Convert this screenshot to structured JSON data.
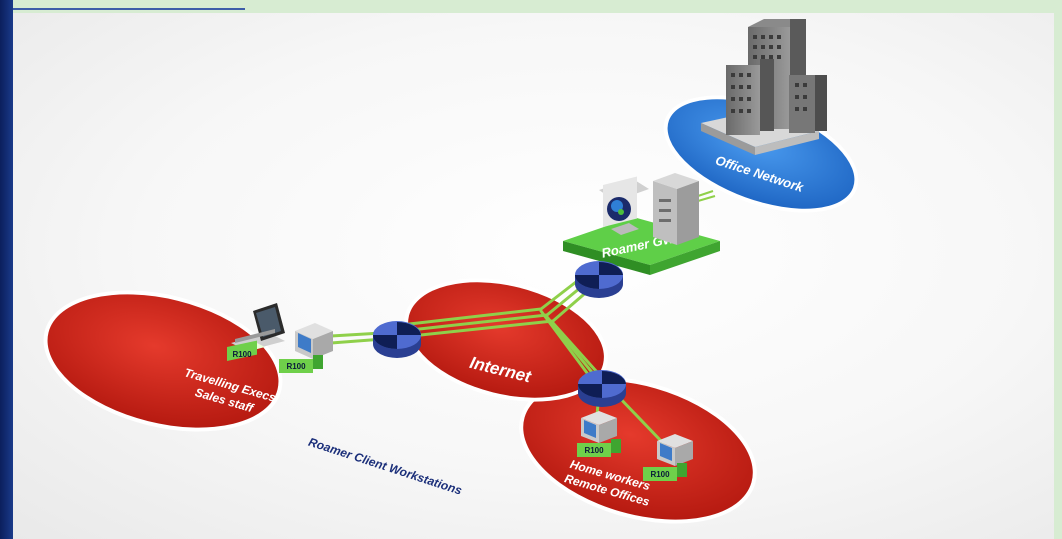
{
  "diagram": {
    "office_network_label": "Office Network",
    "gateway_label": "Roamer GW",
    "internet_label": "Internet",
    "travelling_line1": "Travelling Execs",
    "travelling_line2": "Sales staff",
    "home_line1": "Home workers",
    "home_line2": "Remote Offices",
    "client_workstations_label": "Roamer Client Workstations",
    "device_badge": "R100"
  },
  "colors": {
    "office_disc": "#2f7fd6",
    "client_discs": "#d1261d",
    "gateway_platform": "#4cbf3c",
    "router": "#3e58b8",
    "links": "#8fd04a",
    "caption": "#1b2f7a"
  }
}
